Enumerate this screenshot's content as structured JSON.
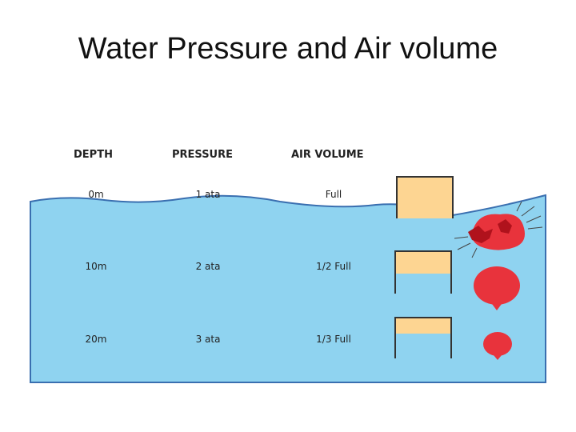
{
  "title": "Water Pressure and Air volume",
  "headers": {
    "depth": "DEPTH",
    "pressure": "PRESSURE",
    "air_volume": "AIR VOLUME"
  },
  "rows": [
    {
      "depth": "0m",
      "pressure": "1 ata",
      "air_volume": "Full"
    },
    {
      "depth": "10m",
      "pressure": "2 ata",
      "air_volume": "1/2 Full"
    },
    {
      "depth": "20m",
      "pressure": "3 ata",
      "air_volume": "1/3 Full"
    }
  ],
  "colors": {
    "water": "#8fd3f0",
    "water_outline": "#3a6fb0",
    "air": "#fdd592",
    "container": "#333333",
    "balloon": "#e8333c"
  },
  "air_fill_fractions": [
    1,
    0.5,
    0.333
  ]
}
